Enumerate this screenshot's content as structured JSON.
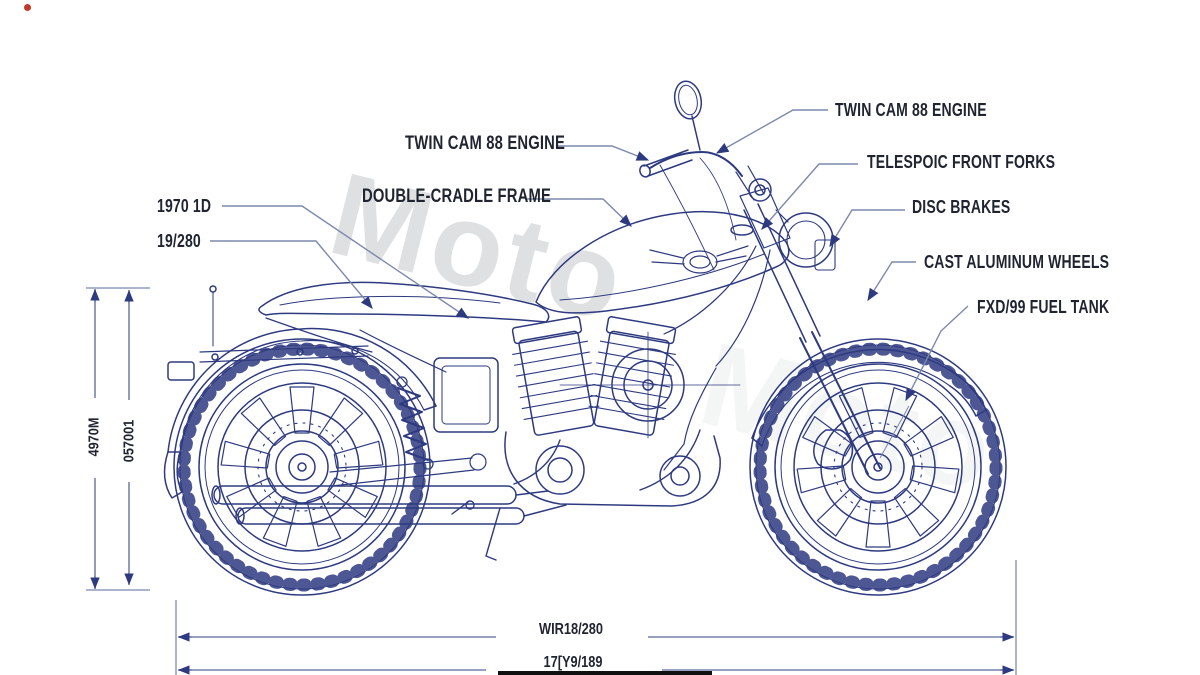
{
  "diagram": {
    "watermark": "Moto",
    "callouts": {
      "twin_cam_left": "TWIN CAM 88 ENGINE",
      "double_cradle_frame": "DOUBLE-CRADLE FRAME",
      "spec_1970": "1970 1D",
      "spec_19_280": "19/280",
      "twin_cam_right": "TWIN CAM 88 ENGINE",
      "telescopic_front_forks": "TELESPOIC FRONT FORKS",
      "disc_brakes": "DISC BRAKES",
      "cast_aluminum_wheels": "CAST ALUMINUM WHEELS",
      "fxd_fuel_tank": "FXD/99 FUEL TANK"
    },
    "dimensions": {
      "height_outer": "4970M",
      "height_inner": "057001",
      "length_upper": "WIR18/280",
      "length_lower": "17[Y9/189"
    },
    "colors": {
      "line_art": "#2e3a80",
      "leader_line": "#7c89ad",
      "dimension_line": "#5a679b",
      "label_text": "#1f2430",
      "watermark": "#bfc3c6",
      "background": "#ffffff",
      "corner_dot": "#c03a2b",
      "bottom_bar": "#101010"
    }
  }
}
